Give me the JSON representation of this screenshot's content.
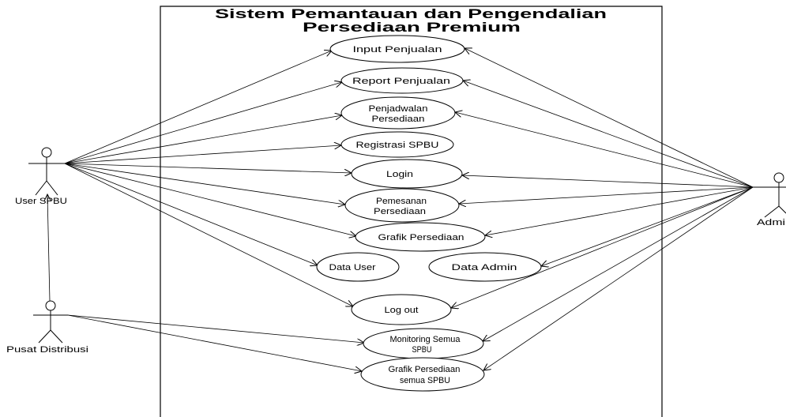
{
  "diagram": {
    "title_lines": [
      "Sistem Pemantauan dan Pengendalian",
      "Persediaan Premium"
    ],
    "actors": {
      "user_spbu": "User SPBU",
      "pusat_distribusi": "Pusat Distribusi",
      "admin": "Admi"
    },
    "use_cases": [
      {
        "lines": [
          "Input Penjualan"
        ]
      },
      {
        "lines": [
          "Report Penjualan"
        ]
      },
      {
        "lines": [
          "Penjadwalan",
          "Persediaan"
        ]
      },
      {
        "lines": [
          "Registrasi SPBU"
        ]
      },
      {
        "lines": [
          "Login"
        ]
      },
      {
        "lines": [
          "Pemesanan",
          "Persediaan"
        ]
      },
      {
        "lines": [
          "Grafik Persediaan"
        ]
      },
      {
        "lines": [
          "Data User"
        ]
      },
      {
        "lines": [
          "Data Admin"
        ]
      },
      {
        "lines": [
          "Log out"
        ]
      },
      {
        "lines": [
          "Monitoring Semua",
          "SPBU"
        ]
      },
      {
        "lines": [
          "Grafik Persediaan",
          "semua SPBU"
        ]
      }
    ]
  }
}
